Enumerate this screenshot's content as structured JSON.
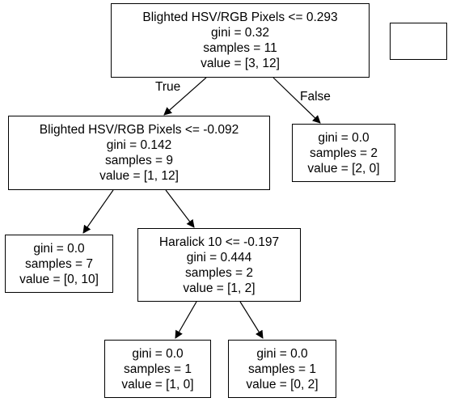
{
  "nodes": {
    "root": {
      "lines": [
        "Blighted HSV/RGB Pixels <= 0.293",
        "gini = 0.32",
        "samples = 11",
        "value = [3, 12]"
      ]
    },
    "left1": {
      "lines": [
        "Blighted HSV/RGB Pixels <= -0.092",
        "gini = 0.142",
        "samples = 9",
        "value = [1, 12]"
      ]
    },
    "right1": {
      "lines": [
        "gini = 0.0",
        "samples = 2",
        "value = [2, 0]"
      ]
    },
    "left2": {
      "lines": [
        "gini = 0.0",
        "samples = 7",
        "value = [0, 10]"
      ]
    },
    "mid2": {
      "lines": [
        "Haralick 10 <= -0.197",
        "gini = 0.444",
        "samples = 2",
        "value = [1, 2]"
      ]
    },
    "leaf3a": {
      "lines": [
        "gini = 0.0",
        "samples = 1",
        "value = [1, 0]"
      ]
    },
    "leaf3b": {
      "lines": [
        "gini = 0.0",
        "samples = 1",
        "value = [0, 2]"
      ]
    }
  },
  "edge_labels": {
    "true_label": "True",
    "false_label": "False"
  }
}
